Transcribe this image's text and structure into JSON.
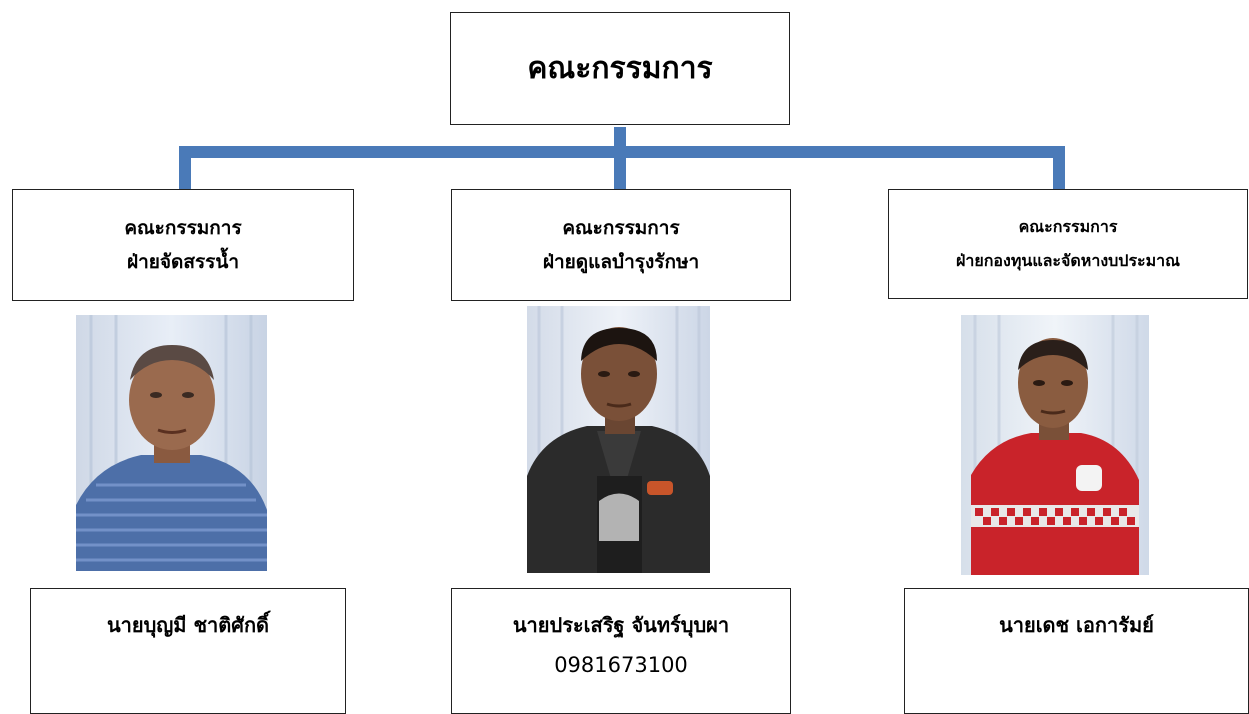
{
  "root": {
    "title": "คณะกรรมการ"
  },
  "committees": [
    {
      "line1": "คณะกรรมการ",
      "line2": "ฝ่ายจัดสรรน้ำ",
      "member_name": "นายบุญมี  ชาติศักดิ์",
      "member_phone": ""
    },
    {
      "line1": "คณะกรรมการ",
      "line2": "ฝ่ายดูแลบำรุงรักษา",
      "member_name": "นายประเสริฐ  จันทร์บุบผา",
      "member_phone": "0981673100"
    },
    {
      "line1": "คณะกรรมการ",
      "line2": "ฝ่ายกองทุนและจัดหางบประมาณ",
      "member_name": "นายเดช  เอการัมย์",
      "member_phone": ""
    }
  ],
  "colors": {
    "connector": "#4a7ab8",
    "border": "#222222"
  }
}
